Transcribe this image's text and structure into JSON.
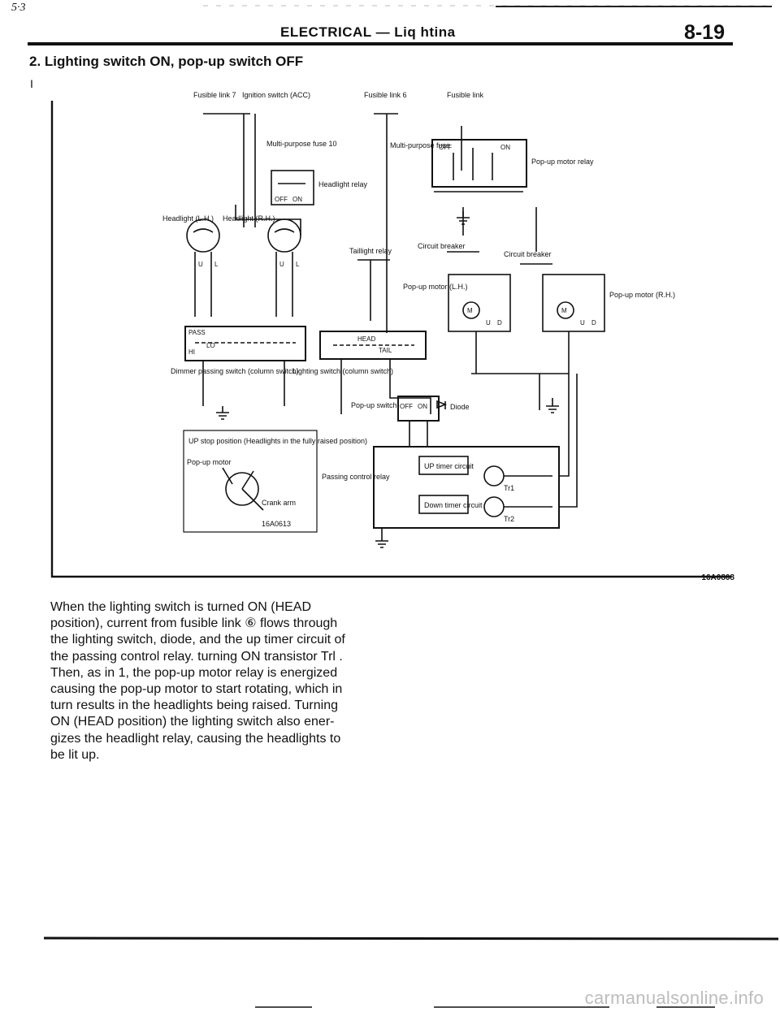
{
  "page": {
    "corner_mark": "5·3",
    "header_title": "ELECTRICAL — Liq htina",
    "page_number": "8-19",
    "section_heading": "2. Lighting switch ON, pop-up switch OFF",
    "stray_mark": "I",
    "figure_code": "16A0808",
    "watermark": "carmanualsonline.info"
  },
  "diagram": {
    "labels": {
      "fusible_link_7": "Fusible link 7",
      "ignition_switch": "Ignition switch (ACC)",
      "fusible_link_6": "Fusible link 6",
      "fusible_link": "Fusible link",
      "multi_purpose_fuse_10": "Multi-purpose fuse 10",
      "multi_purpose_fuse": "Multi-purpose fuse",
      "popup_motor_relay": "Pop-up motor relay",
      "headlight_relay": "Headlight relay",
      "headlight_lh": "Headlight (L.H.)",
      "headlight_rh": "Headlight (R.H.)",
      "taillight_relay": "Taillight relay",
      "circuit_breaker_left": "Circuit breaker",
      "circuit_breaker_right": "Circuit breaker",
      "popup_motor_lh": "Pop-up motor (L.H.)",
      "popup_motor_rh": "Pop-up motor (R.H.)",
      "dimmer_switch": "Dimmer passing switch (column switch)",
      "lighting_switch": "Lighting switch (column switch)",
      "popup_switch": "Pop-up switch",
      "diode": "Diode",
      "passing_control_relay": "Passing control relay",
      "up_timer": "UP timer circuit",
      "down_timer": "Down timer circuit",
      "tr1": "Tr1",
      "tr2": "Tr2",
      "up_stop_position": "UP stop position (Headlights in the fully raised position)",
      "popup_motor_inset": "Pop-up motor",
      "crank_arm": "Crank arm",
      "inset_code": "16A0613"
    },
    "switch_terms": {
      "off": "OFF",
      "on": "ON",
      "pass": "PASS",
      "lo": "LO",
      "hi": "HI",
      "head": "HEAD",
      "tail": "TAIL",
      "up": "U",
      "down": "D",
      "lamp_u": "U",
      "lamp_l": "L",
      "motor": "M"
    }
  },
  "body": {
    "paragraph_lines": [
      "When the lighting switch is turned ON (HEAD",
      "position), current from fusible link ⑥ flows through",
      "the lighting switch, diode, and the up timer circuit of",
      "the passing control relay. turning ON transistor Trl .",
      "Then, as in 1, the pop-up motor relay is energized",
      "causing the pop-up motor to start rotating, which in",
      "turn results in the headlights being raised. Turning",
      "ON (HEAD position) the lighting switch also ener-",
      "gizes the headlight relay, causing the headlights to",
      "be lit up."
    ]
  }
}
